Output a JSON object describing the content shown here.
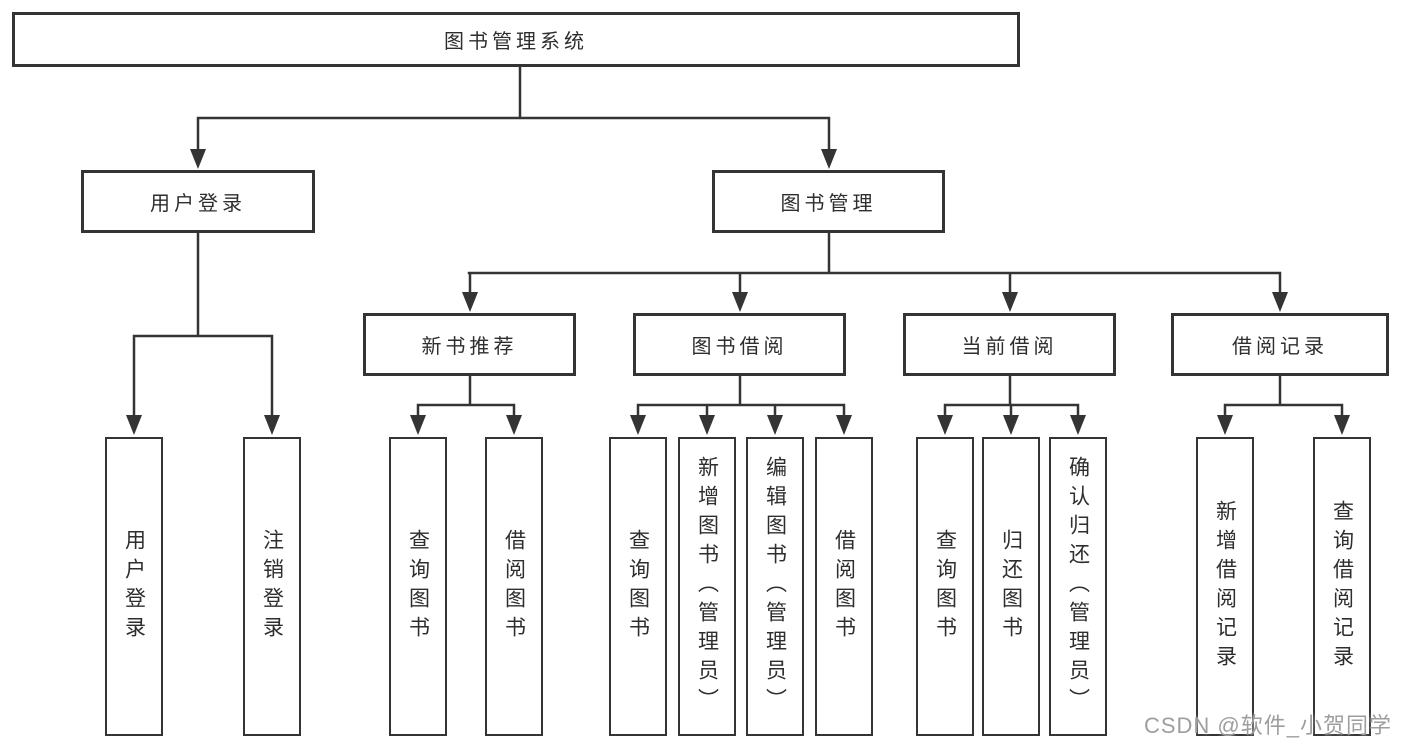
{
  "tree": {
    "root": "图书管理系统",
    "level2": [
      "用户登录",
      "图书管理"
    ],
    "level3": [
      "新书推荐",
      "图书借阅",
      "当前借阅",
      "借阅记录"
    ],
    "leaves": {
      "login": [
        "用户登录",
        "注销登录"
      ],
      "recommend": [
        "查询图书",
        "借阅图书"
      ],
      "borrow": [
        "查询图书",
        "新增图书（管理员）",
        "编辑图书（管理员）",
        "借阅图书"
      ],
      "current": [
        "查询图书",
        "归还图书",
        "确认归还（管理员）"
      ],
      "records": [
        "新增借阅记录",
        "查询借阅记录"
      ]
    }
  },
  "watermark": "CSDN @软件_小贺同学",
  "colors": {
    "line": "#343434",
    "text": "#2e2e2e",
    "watermark": "#9e9e9e",
    "background": "#ffffff"
  }
}
